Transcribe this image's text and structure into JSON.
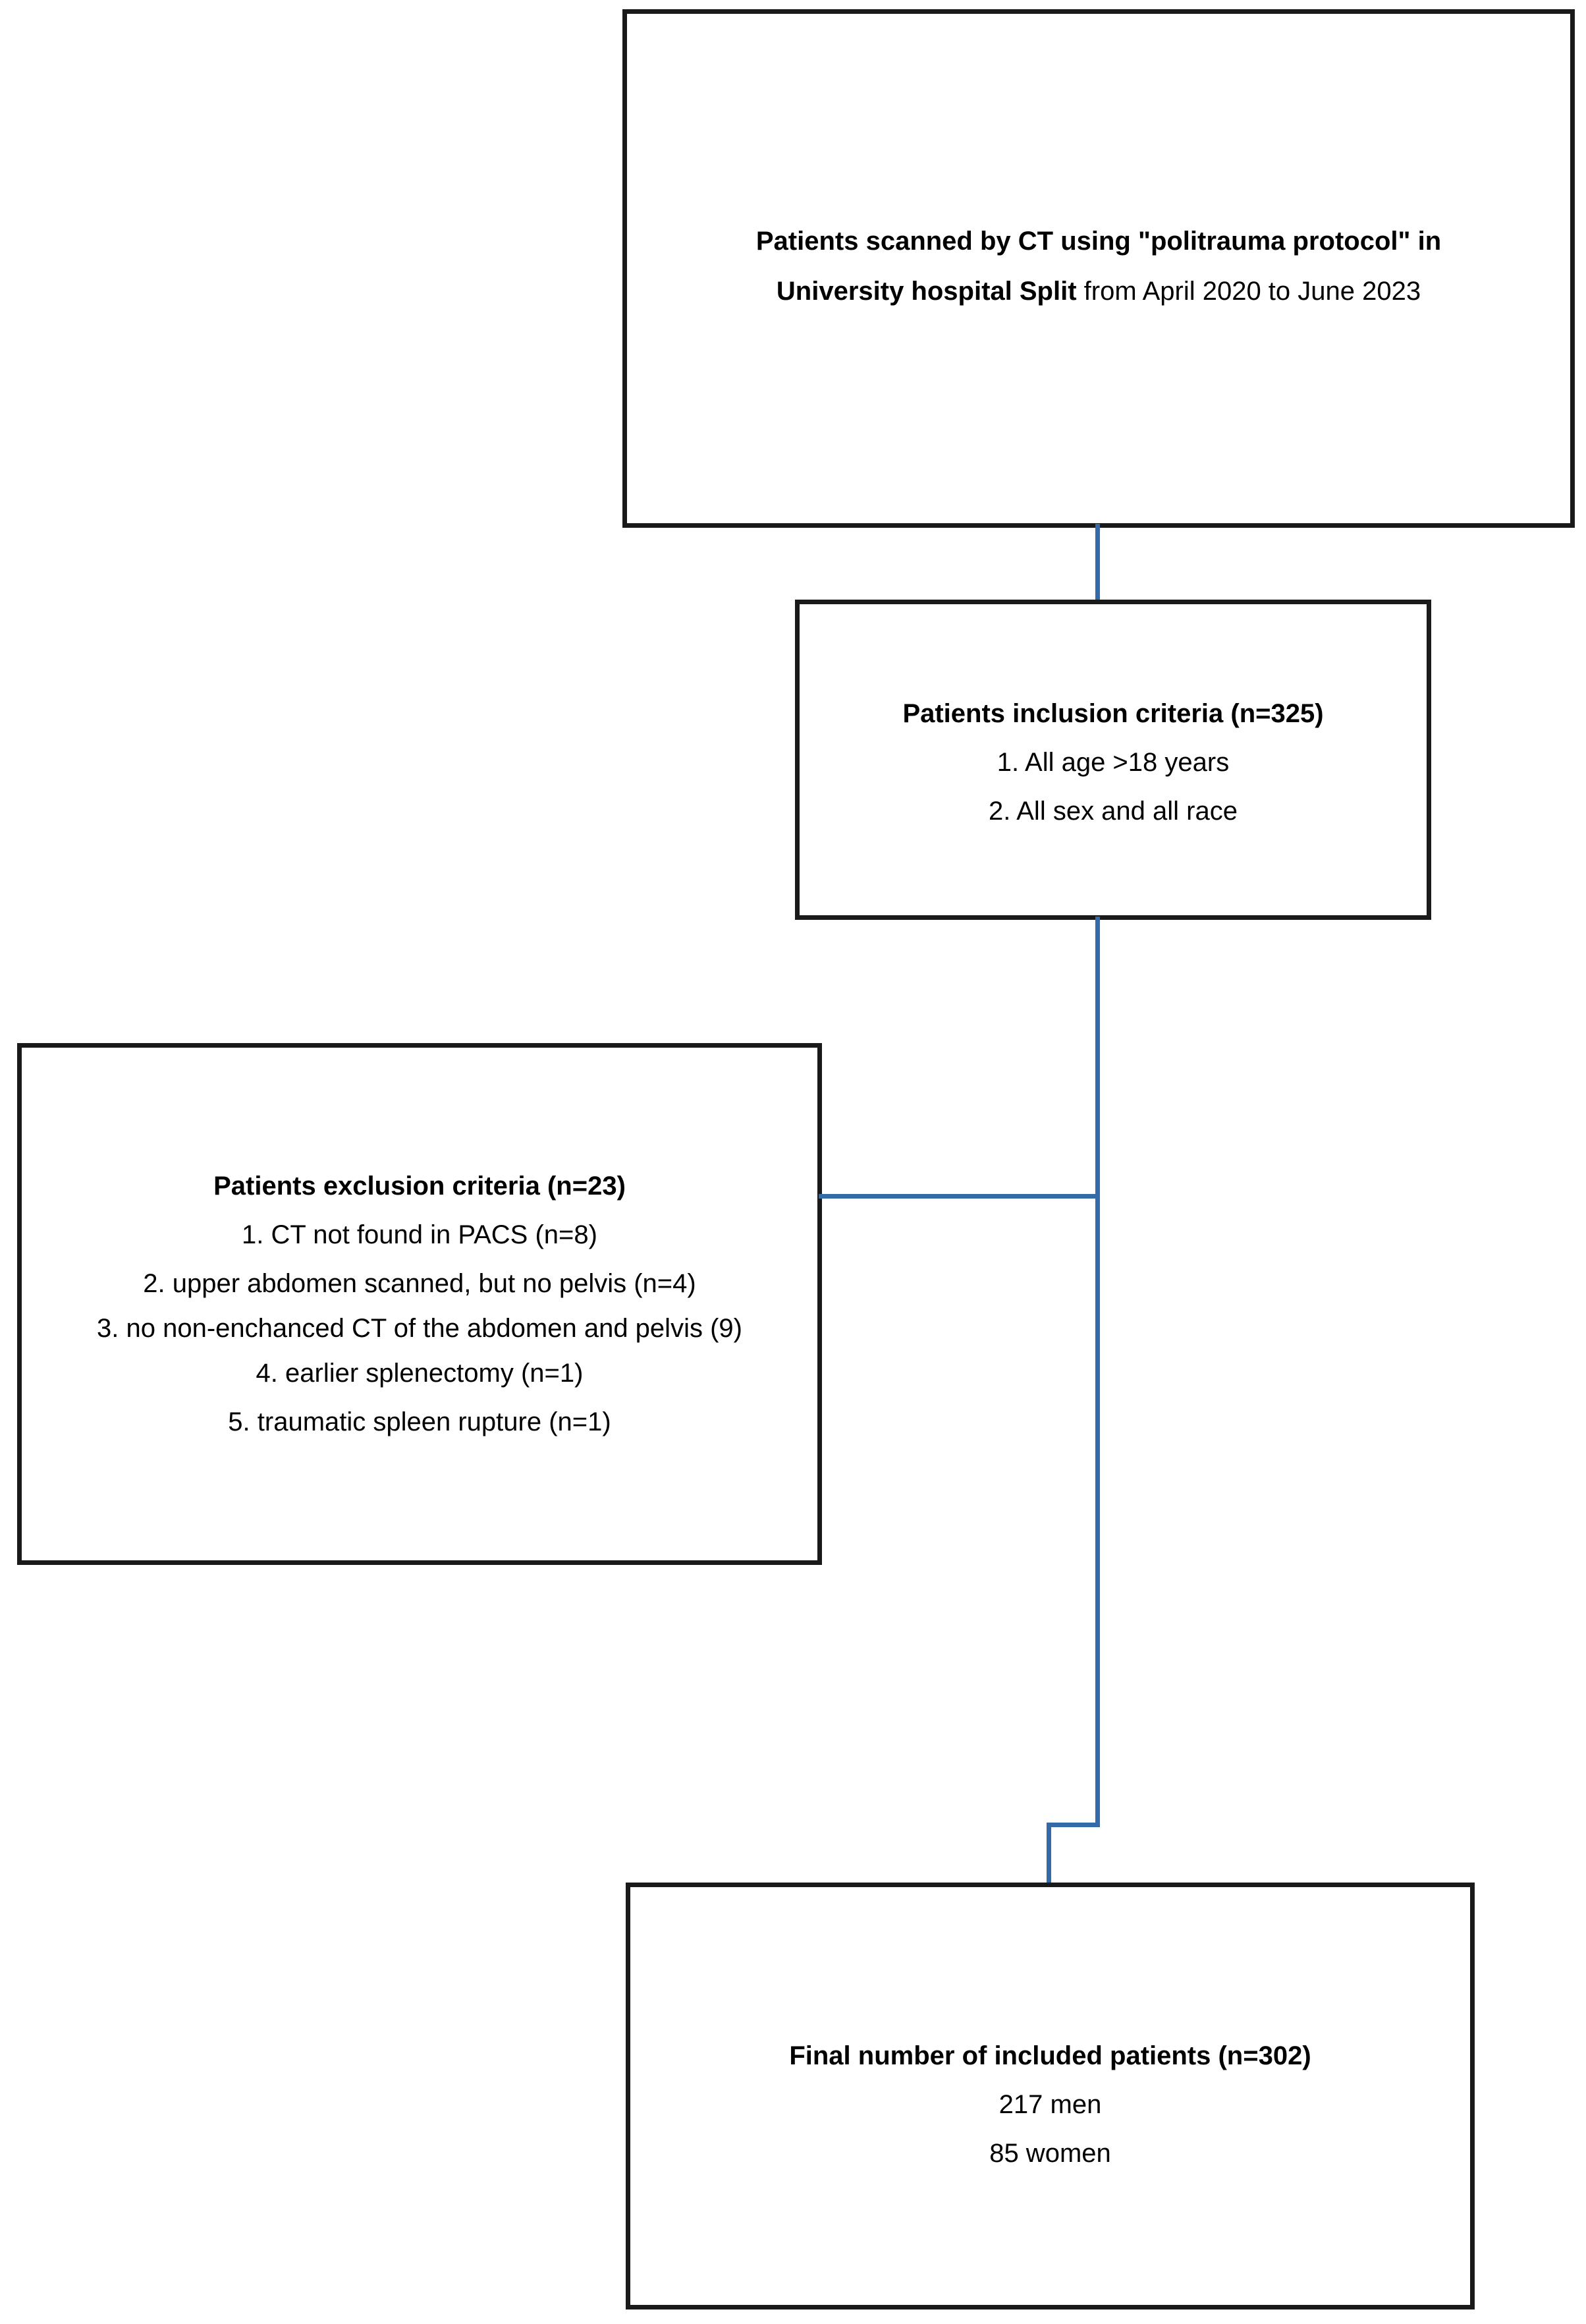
{
  "diagram": {
    "type": "patient-selection-flowchart",
    "colors": {
      "connector": "#356aa8",
      "box_border": "#1a1a1a",
      "background": "#ffffff",
      "text": "#000000"
    },
    "boxes": {
      "source": {
        "bold_part_1": "Patients scanned by CT using \"politrauma protocol\" in",
        "bold_part_2": "University hospital Split",
        "regular_part": " from April 2020 to June 2023"
      },
      "inclusion": {
        "title": "Patients inclusion criteria (n=325)",
        "items": [
          "1. All age >18 years",
          "2. All sex and all race"
        ]
      },
      "exclusion": {
        "title": "Patients exclusion criteria (n=23)",
        "items": [
          "1. CT not found in PACS (n=8)",
          "2. upper abdomen scanned, but no pelvis (n=4)",
          "3. no non-enchanced CT of the abdomen and pelvis (9)",
          "4. earlier splenectomy (n=1)",
          "5. traumatic spleen rupture (n=1)"
        ]
      },
      "final": {
        "title": "Final number of included patients (n=302)",
        "items": [
          "217 men",
          "85 women"
        ]
      }
    }
  }
}
